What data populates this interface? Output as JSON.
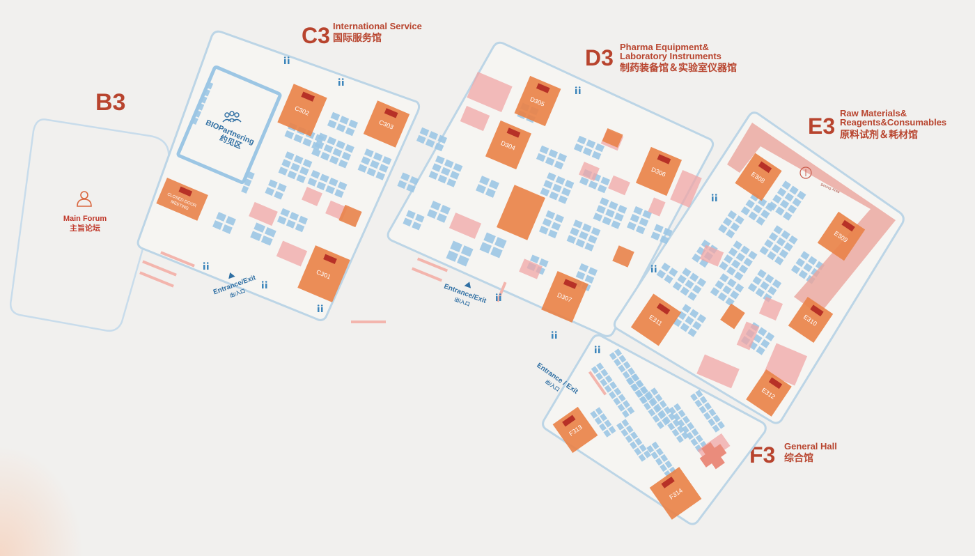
{
  "halls": {
    "b3": {
      "code": "B3"
    },
    "c3": {
      "code": "C3",
      "name_en": "International Service",
      "name_zh": "国际服务馆"
    },
    "d3": {
      "code": "D3",
      "name_en_1": "Pharma Equipment&",
      "name_en_2": "Laboratory Instruments",
      "name_zh": "制药装备馆＆实验室仪器馆"
    },
    "e3": {
      "code": "E3",
      "name_en_1": "Raw Materials&",
      "name_en_2": "Reagents&Consumables",
      "name_zh": "原料试剂＆耗材馆"
    },
    "f3": {
      "code": "F3",
      "name_en": "General Hall",
      "name_zh": "综合馆"
    }
  },
  "main_forum": {
    "name_en": "Main Forum",
    "name_zh": "主旨论坛"
  },
  "biopartnering": {
    "name_en": "BIOPartnering",
    "name_zh": "约见区"
  },
  "entrances": [
    {
      "en": "Entrance/Exit",
      "zh": "出/入口"
    },
    {
      "en": "Entrance/Exit",
      "zh": "出/入口"
    },
    {
      "en": "Entrance / Exit",
      "zh": "出/入口"
    }
  ],
  "booths": [
    "C302",
    "C303",
    "C301",
    "D305",
    "D304",
    "D306",
    "D307",
    "E308",
    "E309",
    "E311",
    "E310",
    "E312",
    "F313",
    "F314"
  ],
  "zones": {
    "closed_door": {
      "line1": "CLOSED-DOOR",
      "line2": "MEETING"
    },
    "dining": "Dining Area"
  },
  "colors": {
    "booth_orange": "#e9834a",
    "zone_pink": "#f0a6a6",
    "booth_blue": "#9cc6e4",
    "outline": "#bcd5e6",
    "title_red": "#b8442e"
  }
}
